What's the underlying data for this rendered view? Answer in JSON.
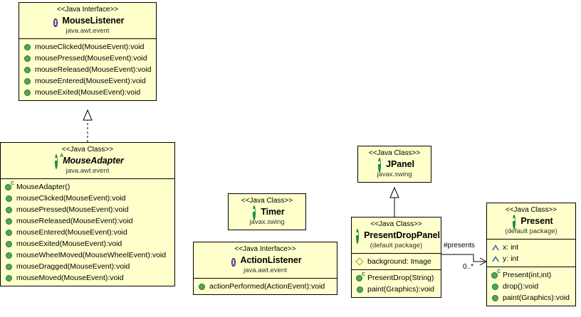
{
  "diagram": {
    "title": "UML Class Diagram",
    "canvas_color": "#ffffff",
    "box_fill": "#ffffcc",
    "box_border": "#000000",
    "interface_icon_color": "#5b4f9e",
    "class_icon_color": "#1a8a3c",
    "method_icon_color": "#4fa85a",
    "field_default_icon_color": "#3a6fb5",
    "field_protected_icon_color": "#b09020"
  },
  "classes": {
    "mouse_listener": {
      "stereotype": "<<Java Interface>>",
      "name": "MouseListener",
      "package": "java.awt.event",
      "icon": "interface-icon",
      "methods": [
        {
          "icon": "public-method-icon",
          "text": "mouseClicked(MouseEvent):void"
        },
        {
          "icon": "public-method-icon",
          "text": "mousePressed(MouseEvent):void"
        },
        {
          "icon": "public-method-icon",
          "text": "mouseReleased(MouseEvent):void"
        },
        {
          "icon": "public-method-icon",
          "text": "mouseEntered(MouseEvent):void"
        },
        {
          "icon": "public-method-icon",
          "text": "mouseExited(MouseEvent):void"
        }
      ]
    },
    "mouse_adapter": {
      "stereotype": "<<Java Class>>",
      "name": "MouseAdapter",
      "package": "java.awt.event",
      "icon": "abstract-class-icon",
      "icon_superscript": "A",
      "abstract": true,
      "methods": [
        {
          "icon": "constructor-icon",
          "superscript": "C",
          "text": "MouseAdapter()"
        },
        {
          "icon": "public-method-icon",
          "text": "mouseClicked(MouseEvent):void"
        },
        {
          "icon": "public-method-icon",
          "text": "mousePressed(MouseEvent):void"
        },
        {
          "icon": "public-method-icon",
          "text": "mouseReleased(MouseEvent):void"
        },
        {
          "icon": "public-method-icon",
          "text": "mouseEntered(MouseEvent):void"
        },
        {
          "icon": "public-method-icon",
          "text": "mouseExited(MouseEvent):void"
        },
        {
          "icon": "public-method-icon",
          "text": "mouseWheelMoved(MouseWheelEvent):void"
        },
        {
          "icon": "public-method-icon",
          "text": "mouseDragged(MouseEvent):void"
        },
        {
          "icon": "public-method-icon",
          "text": "mouseMoved(MouseEvent):void"
        }
      ]
    },
    "timer": {
      "stereotype": "<<Java Class>>",
      "name": "Timer",
      "package": "javax.swing",
      "icon": "class-icon",
      "methods": []
    },
    "action_listener": {
      "stereotype": "<<Java Interface>>",
      "name": "ActionListener",
      "package": "java.awt.event",
      "icon": "interface-icon",
      "methods": [
        {
          "icon": "public-method-icon",
          "text": "actionPerformed(ActionEvent):void"
        }
      ]
    },
    "jpanel": {
      "stereotype": "<<Java Class>>",
      "name": "JPanel",
      "package": "javax.swing",
      "icon": "class-icon",
      "methods": []
    },
    "present_drop_panel": {
      "stereotype": "<<Java Class>>",
      "name": "PresentDropPanel",
      "package": "(default package)",
      "icon": "class-icon",
      "fields": [
        {
          "icon": "protected-field-icon",
          "text": "background: Image"
        }
      ],
      "methods": [
        {
          "icon": "constructor-icon",
          "superscript": "C",
          "text": "PresentDrop(String)"
        },
        {
          "icon": "public-method-icon",
          "text": "paint(Graphics):void"
        }
      ]
    },
    "present": {
      "stereotype": "<<Java Class>>",
      "name": "Present",
      "package": "(default package)",
      "icon": "class-icon",
      "fields": [
        {
          "icon": "default-field-icon",
          "text": "x: int"
        },
        {
          "icon": "default-field-icon",
          "text": "y: int"
        }
      ],
      "methods": [
        {
          "icon": "constructor-icon",
          "superscript": "C",
          "text": "Present(int,int)"
        },
        {
          "icon": "public-method-icon",
          "text": "drop():void"
        },
        {
          "icon": "public-method-icon",
          "text": "paint(Graphics):void"
        }
      ]
    }
  },
  "relationships": {
    "realization_listener_adapter": {
      "type": "realization",
      "from": "MouseAdapter",
      "to": "MouseListener",
      "line": "dashed",
      "arrow": "hollow-triangle"
    },
    "generalization_jpanel_panel": {
      "type": "generalization",
      "from": "PresentDropPanel",
      "to": "JPanel",
      "line": "solid",
      "arrow": "hollow-triangle"
    },
    "association_panel_present": {
      "type": "association",
      "from": "PresentDropPanel",
      "to": "Present",
      "line": "solid",
      "arrow": "open-arrow",
      "role_label": "#presents",
      "multiplicity": "0..*"
    }
  }
}
